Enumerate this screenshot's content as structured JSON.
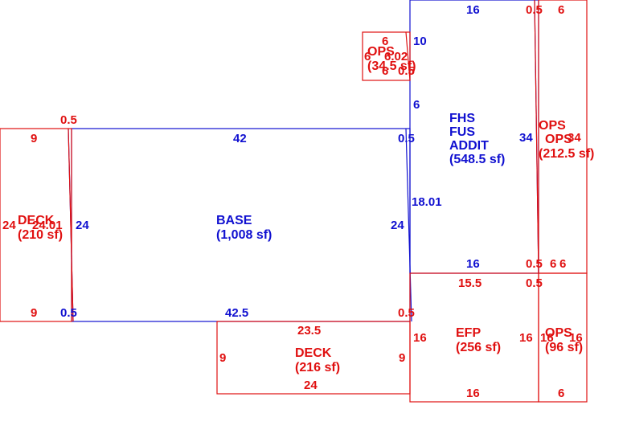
{
  "colors": {
    "blue": "#1010d0",
    "red": "#e01010"
  },
  "areas": {
    "base": {
      "name": "BASE",
      "area": "(1,008 sf)"
    },
    "fhs": {
      "line1": "FHS",
      "line2": "FUS",
      "line3": "ADDIT",
      "area": "(548.5 sf)"
    },
    "deck_left": {
      "name": "DECK",
      "area": "(210 sf)"
    },
    "deck_bottom": {
      "name": "DECK",
      "area": "(216 sf)"
    },
    "efp": {
      "name": "EFP",
      "area": "(256 sf)"
    },
    "ops_top": {
      "name": "OPS",
      "area": "(34.5 sf)"
    },
    "ops_right": {
      "name": "OPS",
      "overlap": "OPS",
      "area": "(212.5 sf)"
    },
    "ops_small": {
      "name": "OPS",
      "area": "(96 sf)"
    }
  },
  "dims": {
    "base_top": "42",
    "base_left": "24",
    "base_right": "24",
    "base_bottom": "42.5",
    "base_tl": "0.5",
    "base_tr": "0.5",
    "base_bl": "0.5",
    "base_br": "0.5",
    "deckl_top": "9",
    "deckl_bottom": "9",
    "deckl_left": "24",
    "deckl_right": "24.01",
    "deckl_small": "0.5",
    "fhs_top": "16",
    "fhs_bottom": "16",
    "fhs_left_10": "10",
    "fhs_left_6": "6",
    "fhs_left_1801": "18.01",
    "fhs_right": "34",
    "fhs_tr": "0.5",
    "fhs_br": "0.5",
    "opst_top": "6",
    "opst_bottom": "6",
    "opst_left": "6",
    "opst_6": "6",
    "opst_62": "6.02",
    "opst_05": "0.5",
    "opsr_top": "6",
    "opsr_bottom": "6",
    "opsr_6": "6",
    "opsr_left": "34",
    "opsr_right": "34",
    "efp_top": "15.5",
    "efp_bottom": "16",
    "efp_left": "16",
    "efp_right": "16",
    "efp_tr": "0.5",
    "opss_bottom": "6",
    "opss_left": "16",
    "opss_right": "16",
    "deckb_top": "23.5",
    "deckb_bottom": "24",
    "deckb_left": "9",
    "deckb_right": "9"
  }
}
